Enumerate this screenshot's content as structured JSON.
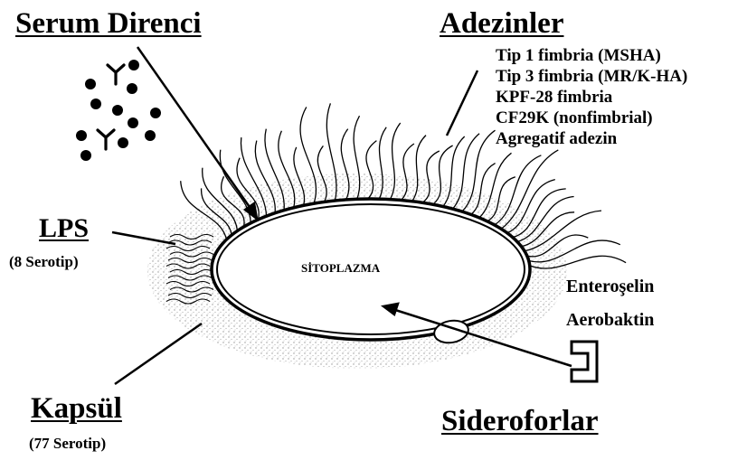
{
  "labels": {
    "serum_direnci": "Serum Direnci",
    "adezinler": "Adezinler",
    "lps": "LPS",
    "lps_serotip": "(8 Serotip)",
    "kapsul": "Kapsül",
    "kapsul_serotip": "(77 Serotip)",
    "sideroforlar": "Sideroforlar",
    "sitoplazma": "SİTOPLAZMA",
    "enteroselin": "Enteroşelin",
    "aerobaktin": "Aerobaktin"
  },
  "adhesins": [
    "Tip 1 fimbria (MSHA)",
    "Tip 3 fimbria (MR/K-HA)",
    "KPF-28 fimbria",
    "CF29K (nonfimbrial)",
    "Agregatif adezin"
  ],
  "colors": {
    "ink": "#000000",
    "capsule_stipple": "#9a9a9a",
    "background": "#ffffff"
  },
  "icons": {
    "antibody": "antibody-y-icon",
    "siderophore": "siderophore-bracket-icon",
    "complement": "complement-dot-icon"
  }
}
